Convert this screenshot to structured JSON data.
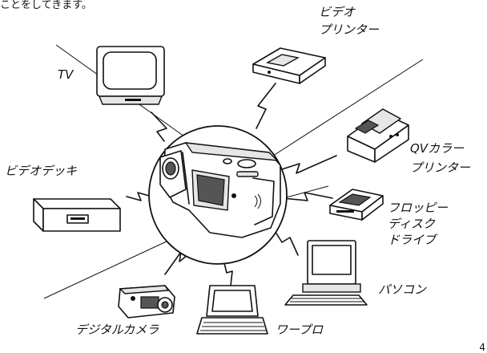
{
  "top_text": "ことをしてきます。",
  "page_number": "4",
  "devices": {
    "tv": "TV",
    "video_printer": [
      "ビデオ",
      "プリンター"
    ],
    "video_deck": "ビデオデッキ",
    "qv_printer": [
      "QVカラー",
      "プリンター"
    ],
    "floppy": [
      "フロッピー",
      "ディスク",
      "ドライブ"
    ],
    "pc": "パソコン",
    "digital_camera": "デジタルカメラ",
    "word_processor": "ワープロ"
  }
}
